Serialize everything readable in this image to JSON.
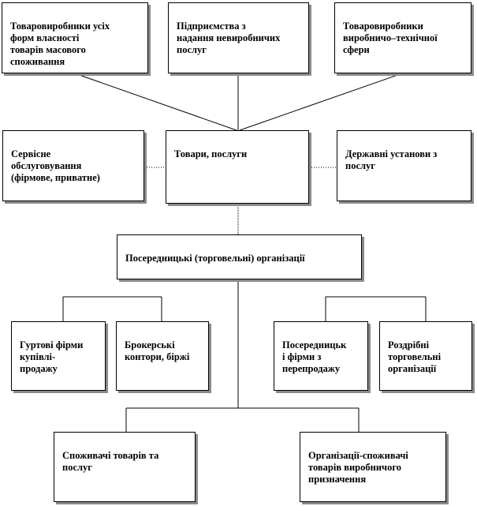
{
  "nodes": {
    "producers_consumer": {
      "text": "Товаровиробники усіх\nформ власності\nтоварів масового\nспоживання"
    },
    "nonproduction_enterprises": {
      "text": "Підприємства з\nнадання невиробничих\nпослуг"
    },
    "producers_industrial": {
      "text": "Товаровиробники\nвиробничо–технічної\nсфери"
    },
    "service": {
      "text": "Сервісне\nобслуговування\n(фірмове, приватне)"
    },
    "goods_services": {
      "text": "Товари, послуги"
    },
    "state_institutions": {
      "text": "Державні установи з\nпослуг"
    },
    "intermediary_orgs": {
      "text": "Посередницькі (торговельні) організації"
    },
    "wholesale_firms": {
      "text": "Гуртові фірми\nкупівлі-\nпродажу"
    },
    "brokerage": {
      "text": "Брокерські\nконтори, біржі"
    },
    "resale_firms": {
      "text": "Посередницьк\nі фірми з\nперепродажу"
    },
    "retail_orgs": {
      "text": "Роздрібні\nторговельні\nорганізації"
    },
    "consumers": {
      "text": "Споживачі товарів та\nпослуг"
    },
    "org_consumers": {
      "text": "Організації-споживачі\nтоварів виробничого\nпризначення"
    }
  },
  "colors": {
    "line": "#000000",
    "border": "#000000",
    "shadow": "#8a8a8a",
    "background": "#ffffff"
  }
}
